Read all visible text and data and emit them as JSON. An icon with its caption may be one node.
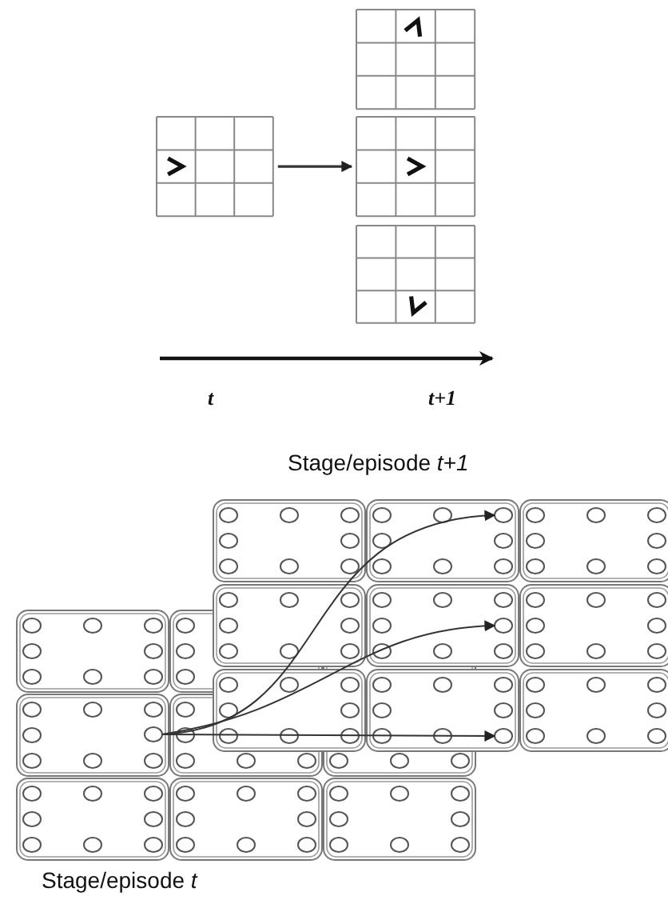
{
  "diagram": {
    "nodes": [
      {
        "text": [],
        "shape": "grid"
      },
      {
        "text": [],
        "shape": "grid"
      },
      {
        "text": [],
        "shape": "grid"
      },
      {
        "text": [],
        "shape": "grid"
      },
      {
        "text": [],
        "shape": "circle"
      },
      {
        "text": [],
        "shape": "circle"
      },
      {
        "text": [],
        "shape": "circle"
      },
      {
        "text": [],
        "shape": "circle"
      }
    ],
    "edges": [
      {
        "from": 0,
        "to": 2,
        "arrow": "to"
      },
      {
        "from": 4,
        "to": 5,
        "arrow": "to"
      },
      {
        "from": 4,
        "to": 6,
        "arrow": "to"
      },
      {
        "from": 4,
        "to": 7,
        "arrow": "to"
      }
    ],
    "labels": [
      "t",
      "t+1",
      "Stage/episode *t+1*",
      "Stage/episode *t*"
    ]
  }
}
